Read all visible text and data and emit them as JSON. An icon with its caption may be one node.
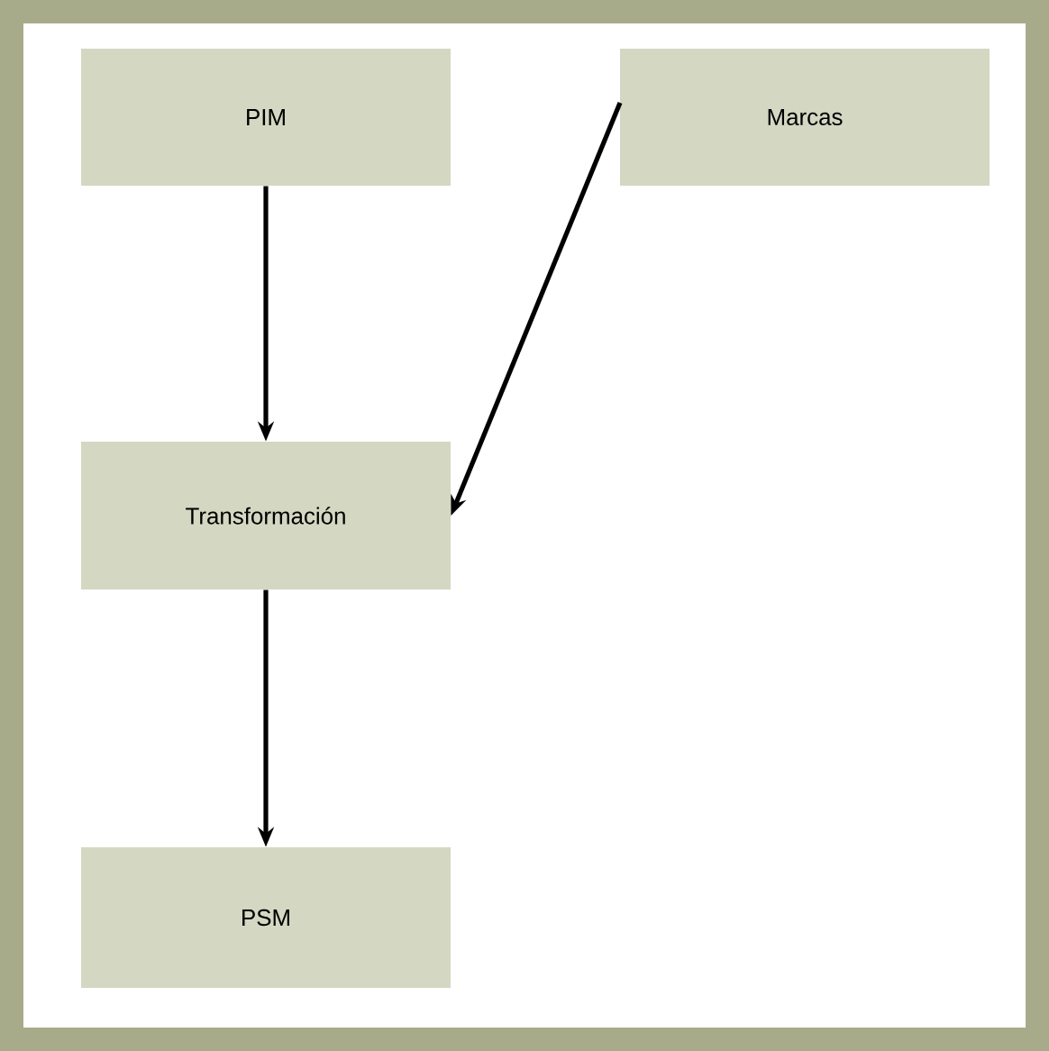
{
  "diagram": {
    "nodes": [
      {
        "text": [
          "PIM"
        ]
      },
      {
        "text": [
          "Marcas"
        ]
      },
      {
        "text": [
          "Transformación"
        ]
      },
      {
        "text": [
          "PSM"
        ]
      }
    ],
    "edges": [
      {
        "from": 0,
        "to": 2,
        "arrow": "to"
      },
      {
        "from": 1,
        "to": 2,
        "arrow": "to"
      },
      {
        "from": 2,
        "to": 3,
        "arrow": "to"
      }
    ]
  }
}
